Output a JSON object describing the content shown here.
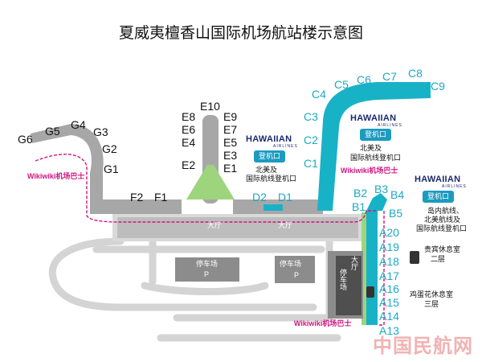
{
  "title": "夏威夷檀香山国际机场航站楼示意图",
  "gates": {
    "g": [
      "G6",
      "G5",
      "G4",
      "G3",
      "G2",
      "G1"
    ],
    "f": [
      "F2",
      "F1"
    ],
    "e_left": [
      "E8",
      "E6",
      "E4",
      "E2"
    ],
    "e_top": "E10",
    "e_right": [
      "E9",
      "E7",
      "E5",
      "E3",
      "E1"
    ],
    "d": [
      "D2",
      "D1"
    ],
    "c": [
      "C1",
      "C2",
      "C3",
      "C4",
      "C5",
      "C6",
      "C7",
      "C8",
      "C9"
    ],
    "b": [
      "B1",
      "B2",
      "B3",
      "B4",
      "B5"
    ],
    "a": [
      "A20",
      "A19",
      "A18",
      "A17",
      "A16",
      "A15",
      "A14",
      "A13"
    ]
  },
  "airline": {
    "brand": "HAWAIIAN",
    "brand_sub": "AIRLINES",
    "checkin_label": "登机口",
    "c_note_line1": "北美及",
    "c_note_line2": "国际航线登机口",
    "e_note_line1": "北美及",
    "e_note_line2": "国际航线登机口",
    "b_note_line1": "岛内航线、",
    "b_note_line2": "北美航线及",
    "b_note_line3": "国际航线登机口"
  },
  "lounges": {
    "vip_line1": "贵宾休息室",
    "vip_line2": "二层",
    "plumeria_line1": "鸡蛋花休息室",
    "plumeria_line2": "三层"
  },
  "shuttle": {
    "bus_top": "Wikiwiki机场巴士",
    "bus_mid": "Wikiwiki机场巴士",
    "bus_bottom": "Wikiwiki机场巴士"
  },
  "parking": {
    "lot_1": "停车场",
    "lot_2": "停车场",
    "lot_3": "停车场",
    "p_symbol": "P"
  },
  "terminal": {
    "hall_1": "大厅",
    "hall_2": "大厅",
    "hall_3": "大厅"
  },
  "watermark": "中国民航网",
  "colors": {
    "concourse_grey": "#a7a7a7",
    "concourse_cyan": "#18b2c7",
    "grass_green": "#9fd47f",
    "bus_route": "#d1157f",
    "terminal_dark": "#4f4f4f",
    "road_grey": "#d4d4d4"
  }
}
